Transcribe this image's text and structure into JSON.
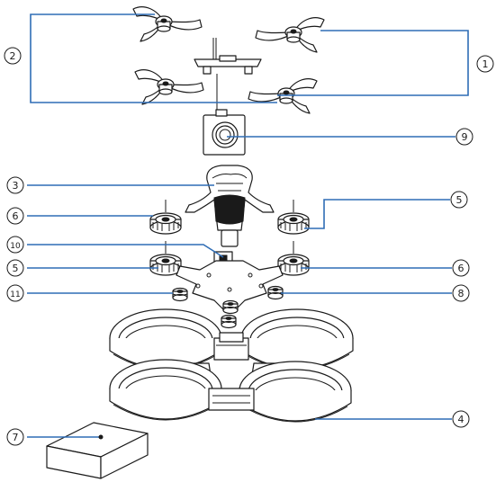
{
  "callouts": [
    {
      "id": "c1",
      "number": "1"
    },
    {
      "id": "c2",
      "number": "2"
    },
    {
      "id": "c3",
      "number": "3"
    },
    {
      "id": "c4",
      "number": "4"
    },
    {
      "id": "c5a",
      "number": "5"
    },
    {
      "id": "c5b",
      "number": "5"
    },
    {
      "id": "c6a",
      "number": "6"
    },
    {
      "id": "c6b",
      "number": "6"
    },
    {
      "id": "c7",
      "number": "7"
    },
    {
      "id": "c8",
      "number": "8"
    },
    {
      "id": "c9",
      "number": "9"
    },
    {
      "id": "c10",
      "number": "10"
    },
    {
      "id": "c11",
      "number": "11"
    }
  ],
  "colors": {
    "leader_line": "#2f6db5",
    "outline": "#1a1a1a",
    "background": "#ffffff"
  }
}
